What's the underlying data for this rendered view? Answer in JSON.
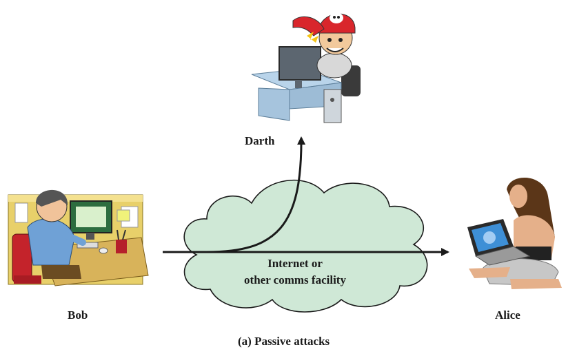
{
  "diagram": {
    "caption": "(a) Passive attacks",
    "nodes": {
      "darth": {
        "label": "Darth",
        "icon": "attacker-at-computer-icon"
      },
      "bob": {
        "label": "Bob",
        "icon": "man-at-desk-computer-icon"
      },
      "alice": {
        "label": "Alice",
        "icon": "woman-with-laptop-icon"
      },
      "network": {
        "line1": "Internet or",
        "line2": "other comms facility",
        "icon": "cloud-icon"
      }
    },
    "colors": {
      "cloud_fill": "#cfe8d6",
      "cloud_stroke": "#1a1a1a",
      "arrow": "#1a1a1a"
    }
  }
}
